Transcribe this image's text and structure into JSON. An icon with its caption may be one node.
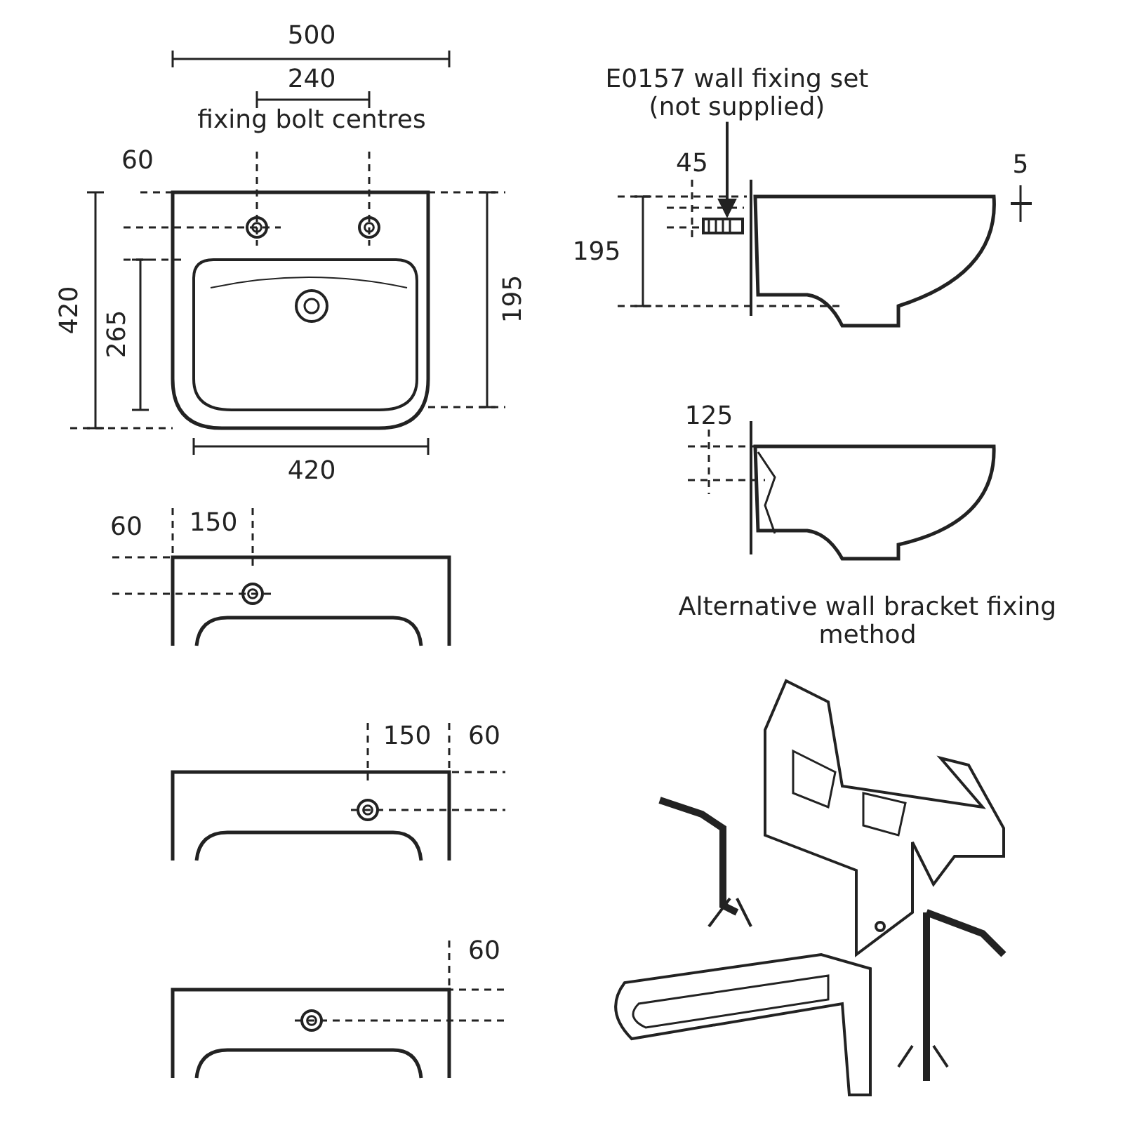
{
  "diagram": {
    "nodes": [
      {
        "text": [
          "E0157 wall fixing set (not supplied)"
        ]
      },
      {
        "text": [],
        "shape": "picture"
      }
    ],
    "edges": [
      {
        "from": 0,
        "to": 1,
        "arrow": "to"
      }
    ],
    "labels": [
      "500",
      "240",
      "fixing bolt centres",
      "60",
      "420",
      "265",
      "195",
      "420",
      "45",
      "5",
      "195",
      "125",
      "60",
      "150",
      "Alternative wall bracket fixing method",
      "150",
      "60",
      "60"
    ]
  }
}
